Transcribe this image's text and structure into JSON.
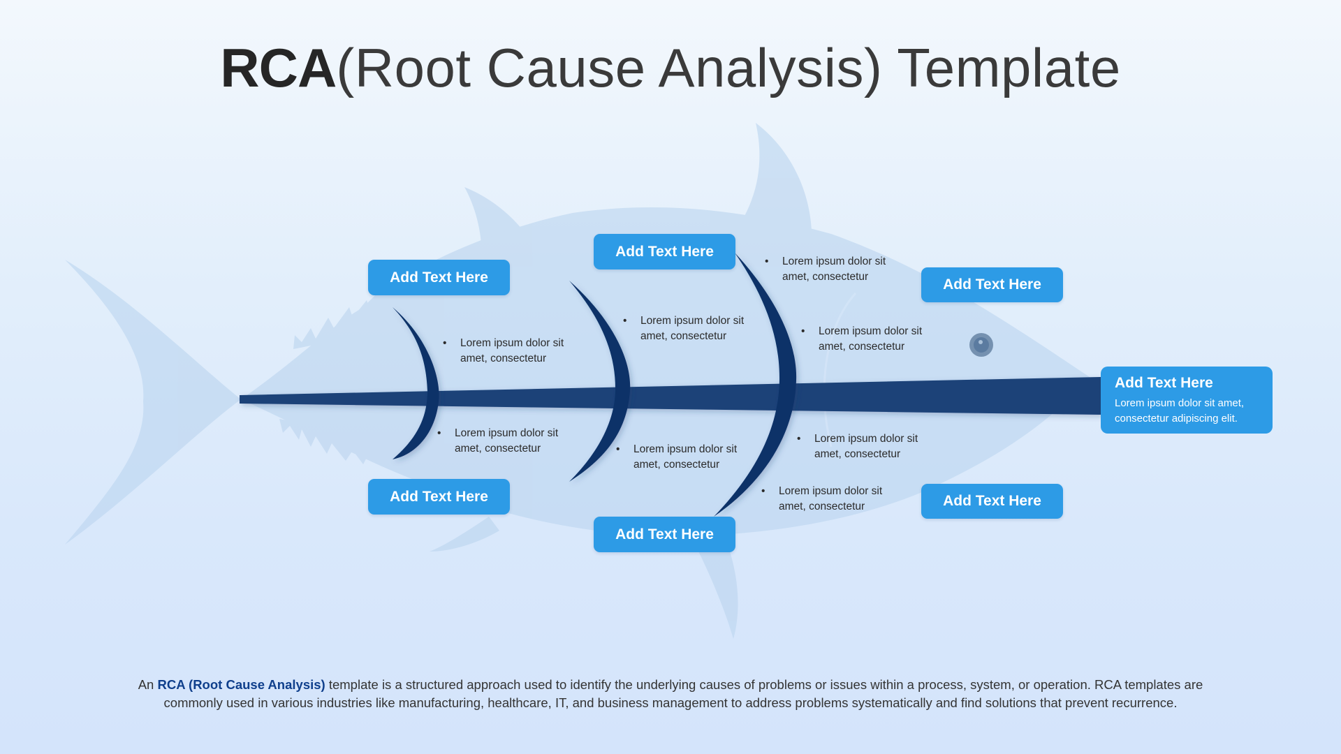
{
  "title": {
    "bold": "RCA",
    "rest": "(Root Cause Analysis) Template"
  },
  "colors": {
    "box": "#2d9be6",
    "bone": "#0a3168",
    "spine": "#1a4278",
    "fish": "#c5dcf2",
    "highlight": "#0f3f8c"
  },
  "categories": {
    "top_left": "Add Text Here",
    "top_middle": "Add Text Here",
    "top_right": "Add Text Here",
    "bottom_left": "Add Text Here",
    "bottom_middle": "Add Text Here",
    "bottom_right": "Add Text Here"
  },
  "head": {
    "title": "Add Text Here",
    "text": "Lorem ipsum dolor sit amet, consectetur adipiscing elit."
  },
  "causes": [
    {
      "line1": "Lorem ipsum dolor sit",
      "line2": "amet, consectetur"
    },
    {
      "line1": "Lorem ipsum dolor sit",
      "line2": "amet, consectetur"
    },
    {
      "line1": "Lorem ipsum dolor sit",
      "line2": "amet, consectetur"
    },
    {
      "line1": "Lorem ipsum dolor sit",
      "line2": "amet, consectetur"
    },
    {
      "line1": "Lorem ipsum dolor sit",
      "line2": "amet, consectetur"
    },
    {
      "line1": "Lorem ipsum dolor sit",
      "line2": "amet, consectetur"
    },
    {
      "line1": "Lorem ipsum dolor sit",
      "line2": "amet, consectetur"
    },
    {
      "line1": "Lorem ipsum dolor sit",
      "line2": "amet, consectetur"
    }
  ],
  "bullet_glyph": "•",
  "description": {
    "prefix": "An ",
    "highlight": "RCA (Root Cause Analysis)",
    "line1_rest": " template is a structured approach used to identify the underlying causes of problems or issues within a process, system, or operation. RCA templates are",
    "line2": "commonly used in various industries like manufacturing, healthcare, IT, and business management to address problems systematically and find solutions that prevent recurrence."
  }
}
